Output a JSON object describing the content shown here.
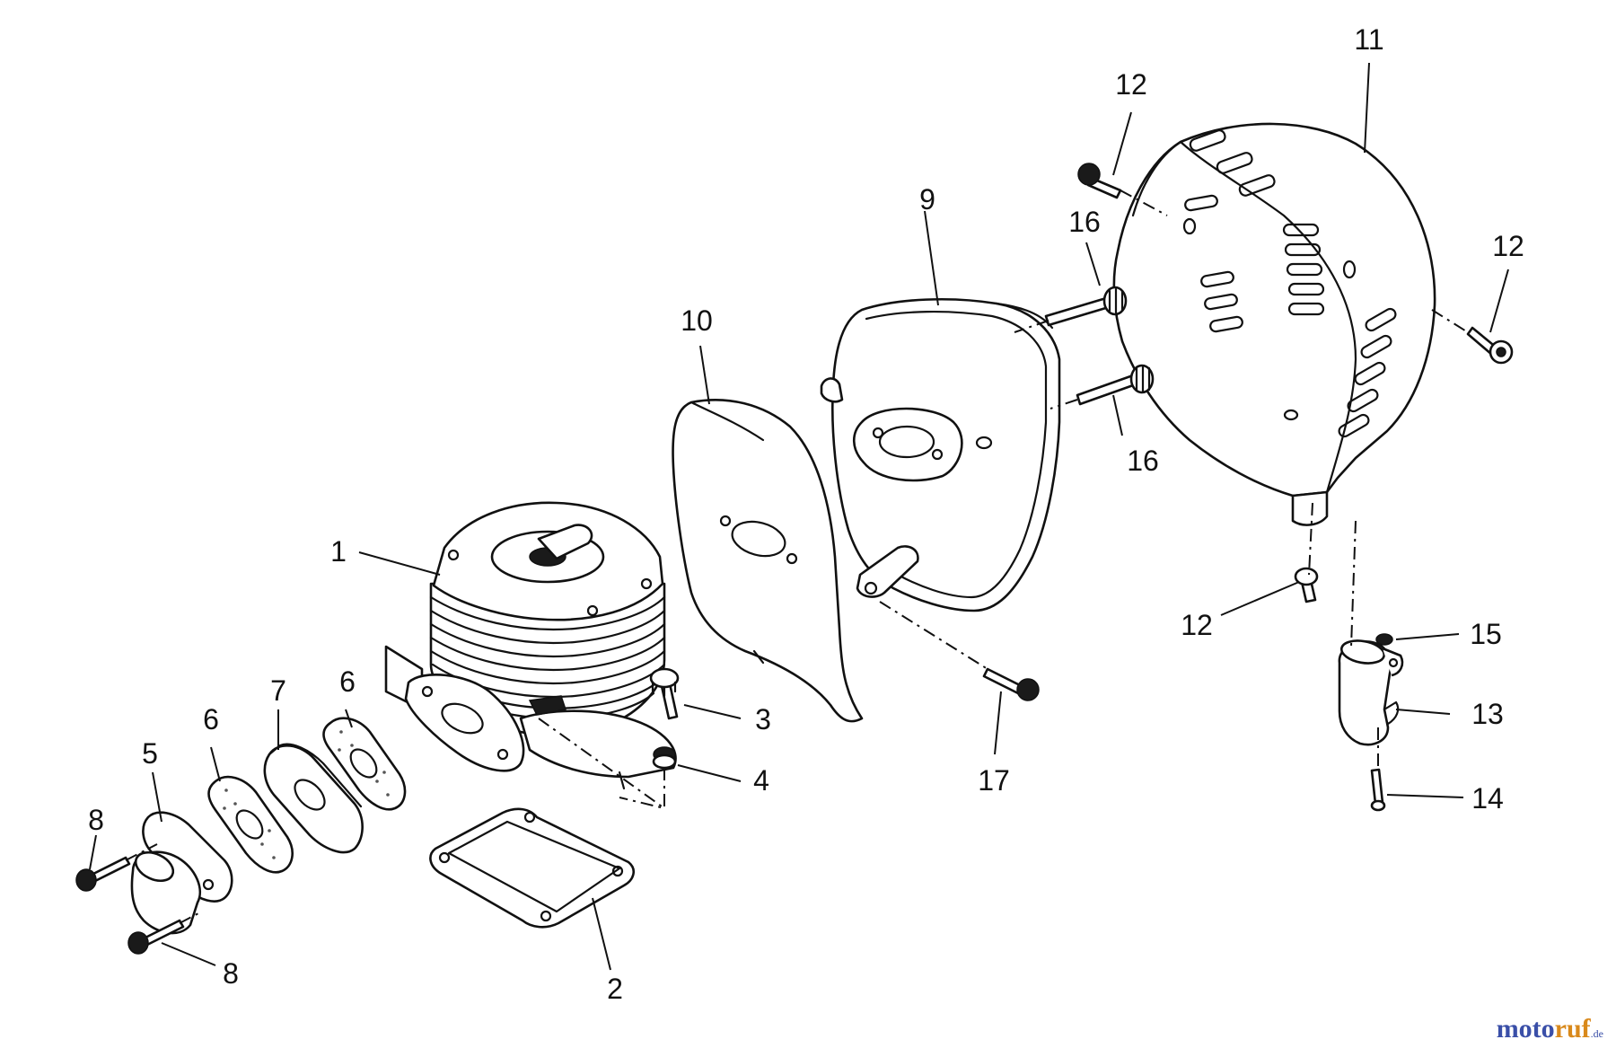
{
  "callouts": {
    "p1": "1",
    "p2": "2",
    "p3": "3",
    "p4": "4",
    "p5": "5",
    "p6a": "6",
    "p6b": "6",
    "p7": "7",
    "p8a": "8",
    "p8b": "8",
    "p9": "9",
    "p10": "10",
    "p11": "11",
    "p12a": "12",
    "p12b": "12",
    "p12c": "12",
    "p13": "13",
    "p14": "14",
    "p15": "15",
    "p16a": "16",
    "p16b": "16",
    "p17": "17"
  },
  "watermark": {
    "part1": "moto",
    "part2": "ruf",
    "part3": ".de"
  },
  "colors": {
    "line": "#111111",
    "watermark_blue": "#3a4fa8",
    "watermark_orange": "#d9891b"
  }
}
